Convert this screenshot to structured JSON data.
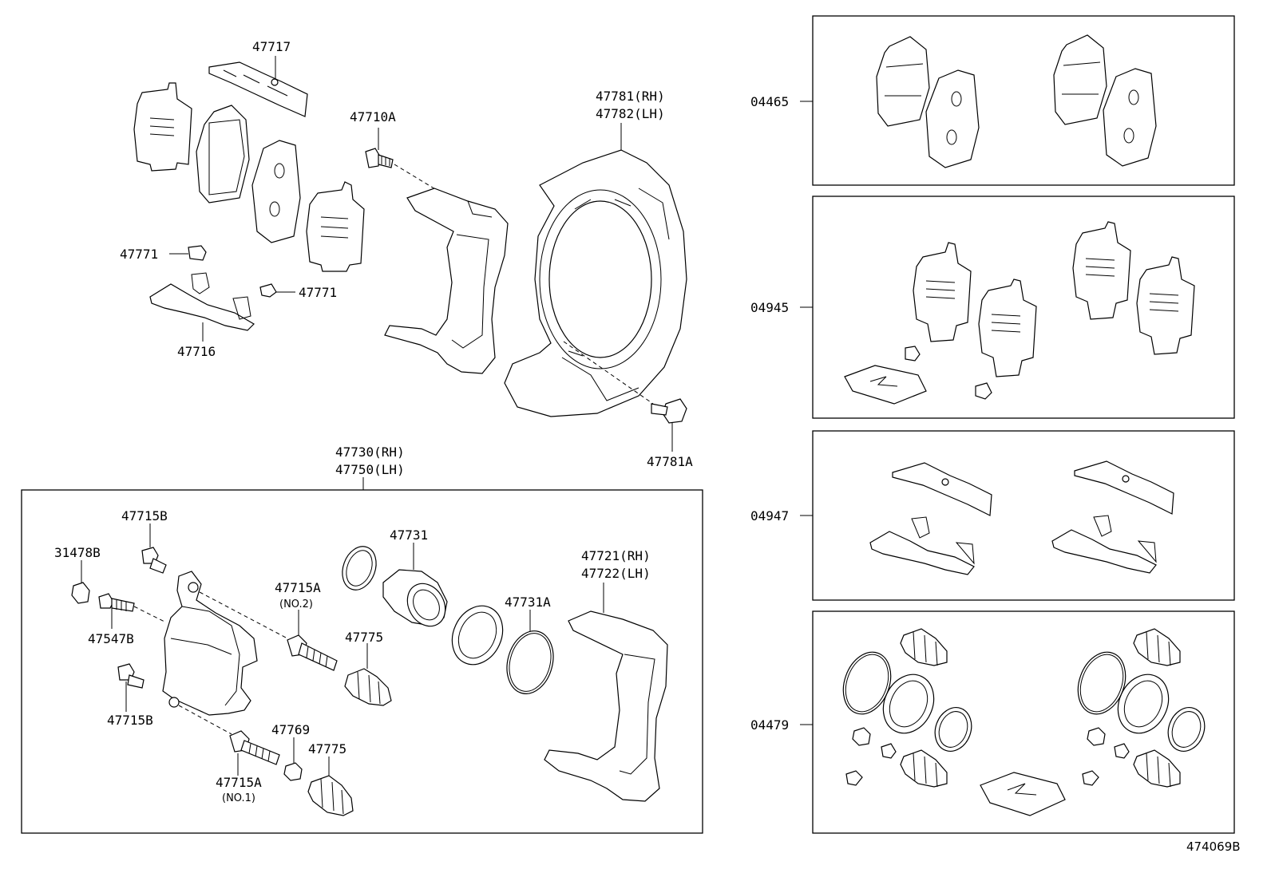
{
  "diagram_id": "474069B",
  "labels": {
    "p47717": "47717",
    "p47710A": "47710A",
    "p47781_rh": "47781(RH)",
    "p47782_lh": "47782(LH)",
    "p47771_a": "47771",
    "p47771_b": "47771",
    "p47716": "47716",
    "p47781A": "47781A",
    "p47730_rh": "47730(RH)",
    "p47750_lh": "47750(LH)",
    "p47715B_top": "47715B",
    "p31478B": "31478B",
    "p47731": "47731",
    "p47721_rh": "47721(RH)",
    "p47722_lh": "47722(LH)",
    "p47715A_no2": "47715A",
    "note_no2": "(NO.2)",
    "p47547B": "47547B",
    "p47775_a": "47775",
    "p47731A": "47731A",
    "p47715B_bottom": "47715B",
    "p47769": "47769",
    "p47775_b": "47775",
    "p47715A_no1": "47715A",
    "note_no1": "(NO.1)"
  },
  "kits": [
    {
      "code": "04465"
    },
    {
      "code": "04945"
    },
    {
      "code": "04947"
    },
    {
      "code": "04479"
    }
  ]
}
